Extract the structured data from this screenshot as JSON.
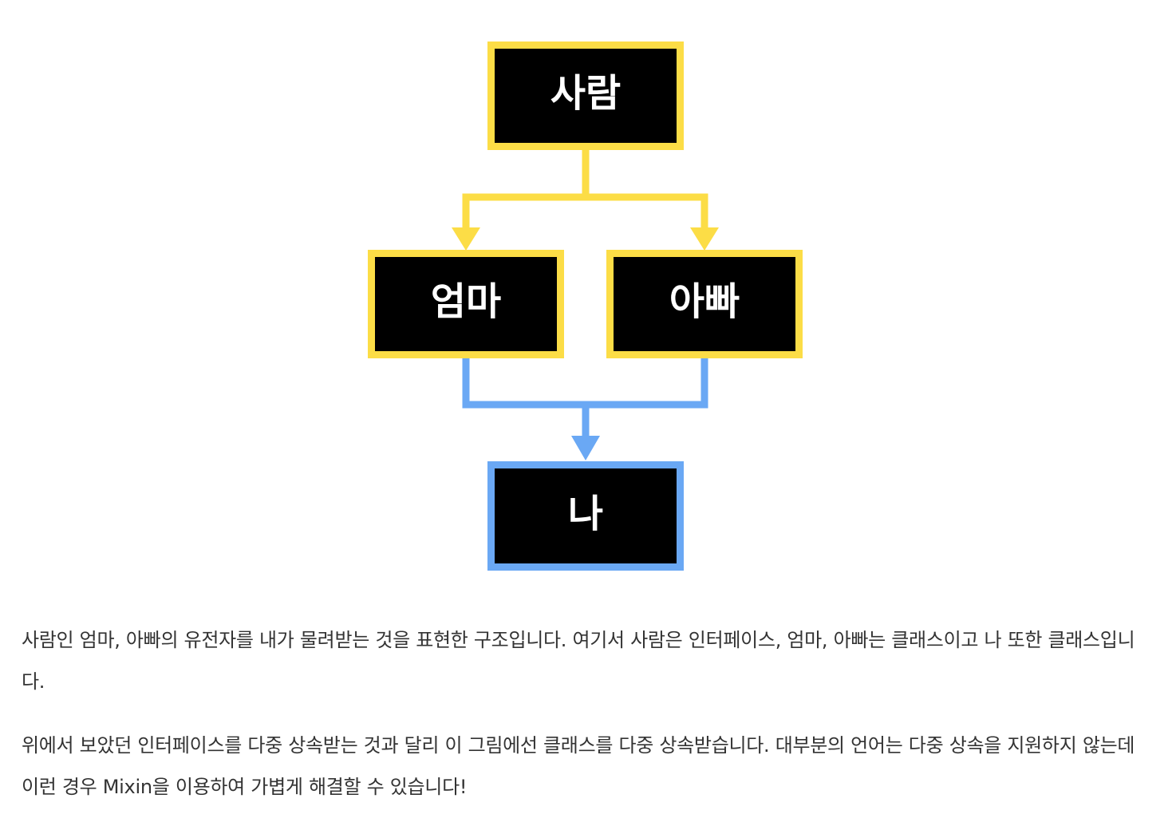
{
  "diagram": {
    "nodes": {
      "person": "사람",
      "mom": "엄마",
      "dad": "아빠",
      "me": "나"
    },
    "colors": {
      "interface_border": "#FCDD46",
      "class_border": "#6AA8F4",
      "node_fill": "#000000",
      "label_text": "#FFFFFF"
    }
  },
  "article": {
    "paragraph_1": "사람인 엄마, 아빠의 유전자를 내가 물려받는 것을 표현한 구조입니다. 여기서 사람은 인터페이스, 엄마, 아빠는 클래스이고 나 또한 클래스입니다.",
    "paragraph_2": "위에서 보았던 인터페이스를 다중 상속받는 것과 달리 이 그림에선 클래스를 다중 상속받습니다. 대부분의 언어는 다중 상속을 지원하지 않는데 이런 경우 Mixin을 이용하여 가볍게 해결할 수 있습니다!"
  }
}
